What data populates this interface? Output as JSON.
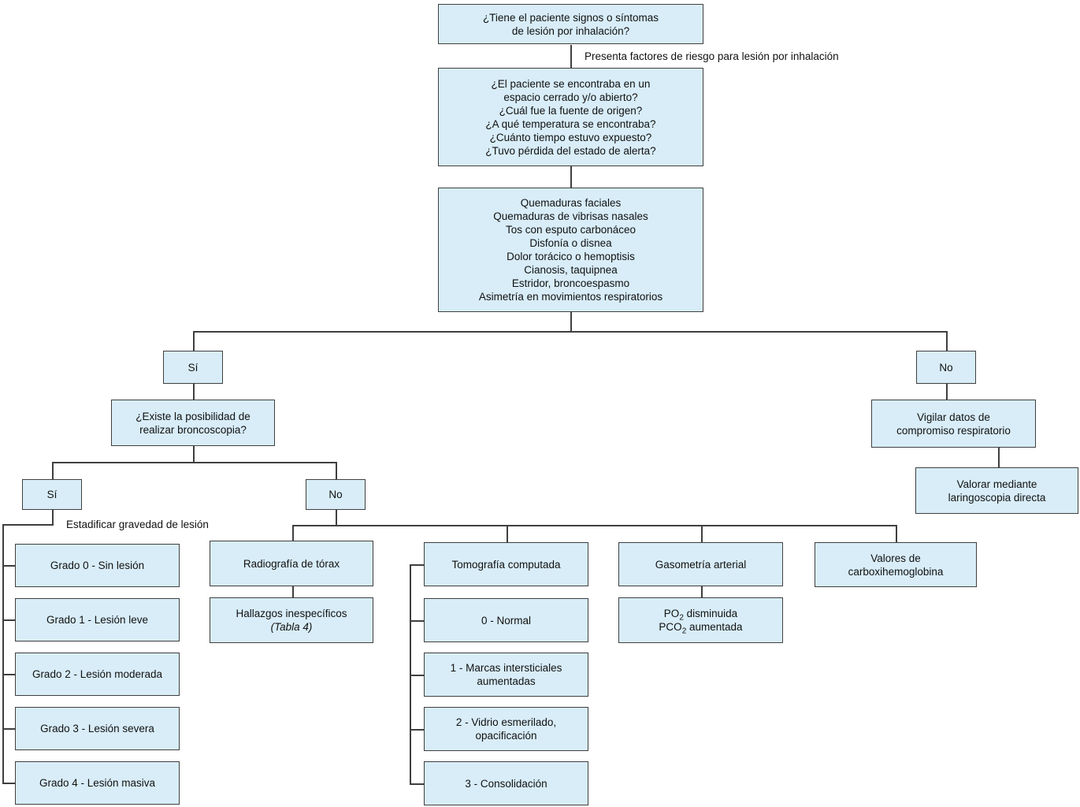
{
  "flowchart": {
    "colors": {
      "box_fill": "#d8edf8",
      "box_border": "#3f3f3f",
      "line": "#3f3f3f",
      "text": "#111111"
    },
    "labels": {
      "risk_factors": "Presenta factores de riesgo para lesión por inhalación",
      "staging": "Estadificar gravedad de lesión"
    },
    "nodes": {
      "q1": "¿Tiene el paciente signos o síntomas\nde lesión por inhalación?",
      "q2": "¿El paciente se encontraba en un\nespacio cerrado y/o abierto?\n¿Cuál fue la fuente de origen?\n¿A qué temperatura se encontraba?\n¿Cuánto tiempo estuvo expuesto?\n¿Tuvo pérdida del estado de alerta?",
      "symptoms": "Quemaduras faciales\nQuemaduras de vibrisas nasales\nTos con esputo carbonáceo\nDisfonía o disnea\nDolor torácico o hemoptisis\nCianosis, taquipnea\nEstridor, broncoespasmo\nAsimetría en movimientos respiratorios",
      "yes1": "Sí",
      "no1": "No",
      "bronchoscopy": "¿Existe la posibilidad de\nrealizar broncoscopia?",
      "yes2": "Sí",
      "no2": "No",
      "grade0": "Grado 0 - Sin lesión",
      "grade1": "Grado 1 - Lesión leve",
      "grade2": "Grado 2 - Lesión moderada",
      "grade3": "Grado 3 - Lesión severa",
      "grade4": "Grado 4 - Lesión masiva",
      "xray": "Radiografía de tórax",
      "xray_findings_line1": "Hallazgos inespecíficos",
      "xray_findings_line2": "(Tabla 4)",
      "ct": "Tomografía computada",
      "ct0": "0 - Normal",
      "ct1": "1 - Marcas intersticiales\naumentadas",
      "ct2": "2 - Vidrio esmerilado,\nopacificación",
      "ct3": "3 - Consolidación",
      "abg": "Gasometría arterial",
      "abg_result": {
        "l1_text": "PO",
        "l1_sub": "2",
        "l1_rest": " disminuida",
        "l2_text": "PCO",
        "l2_sub": "2",
        "l2_rest": " aumentada"
      },
      "cohb": "Valores de\ncarboxihemoglobina",
      "monitor": "Vigilar datos de\ncompromiso respiratorio",
      "laryngoscopy": "Valorar mediante\nlaringoscopia directa"
    }
  }
}
